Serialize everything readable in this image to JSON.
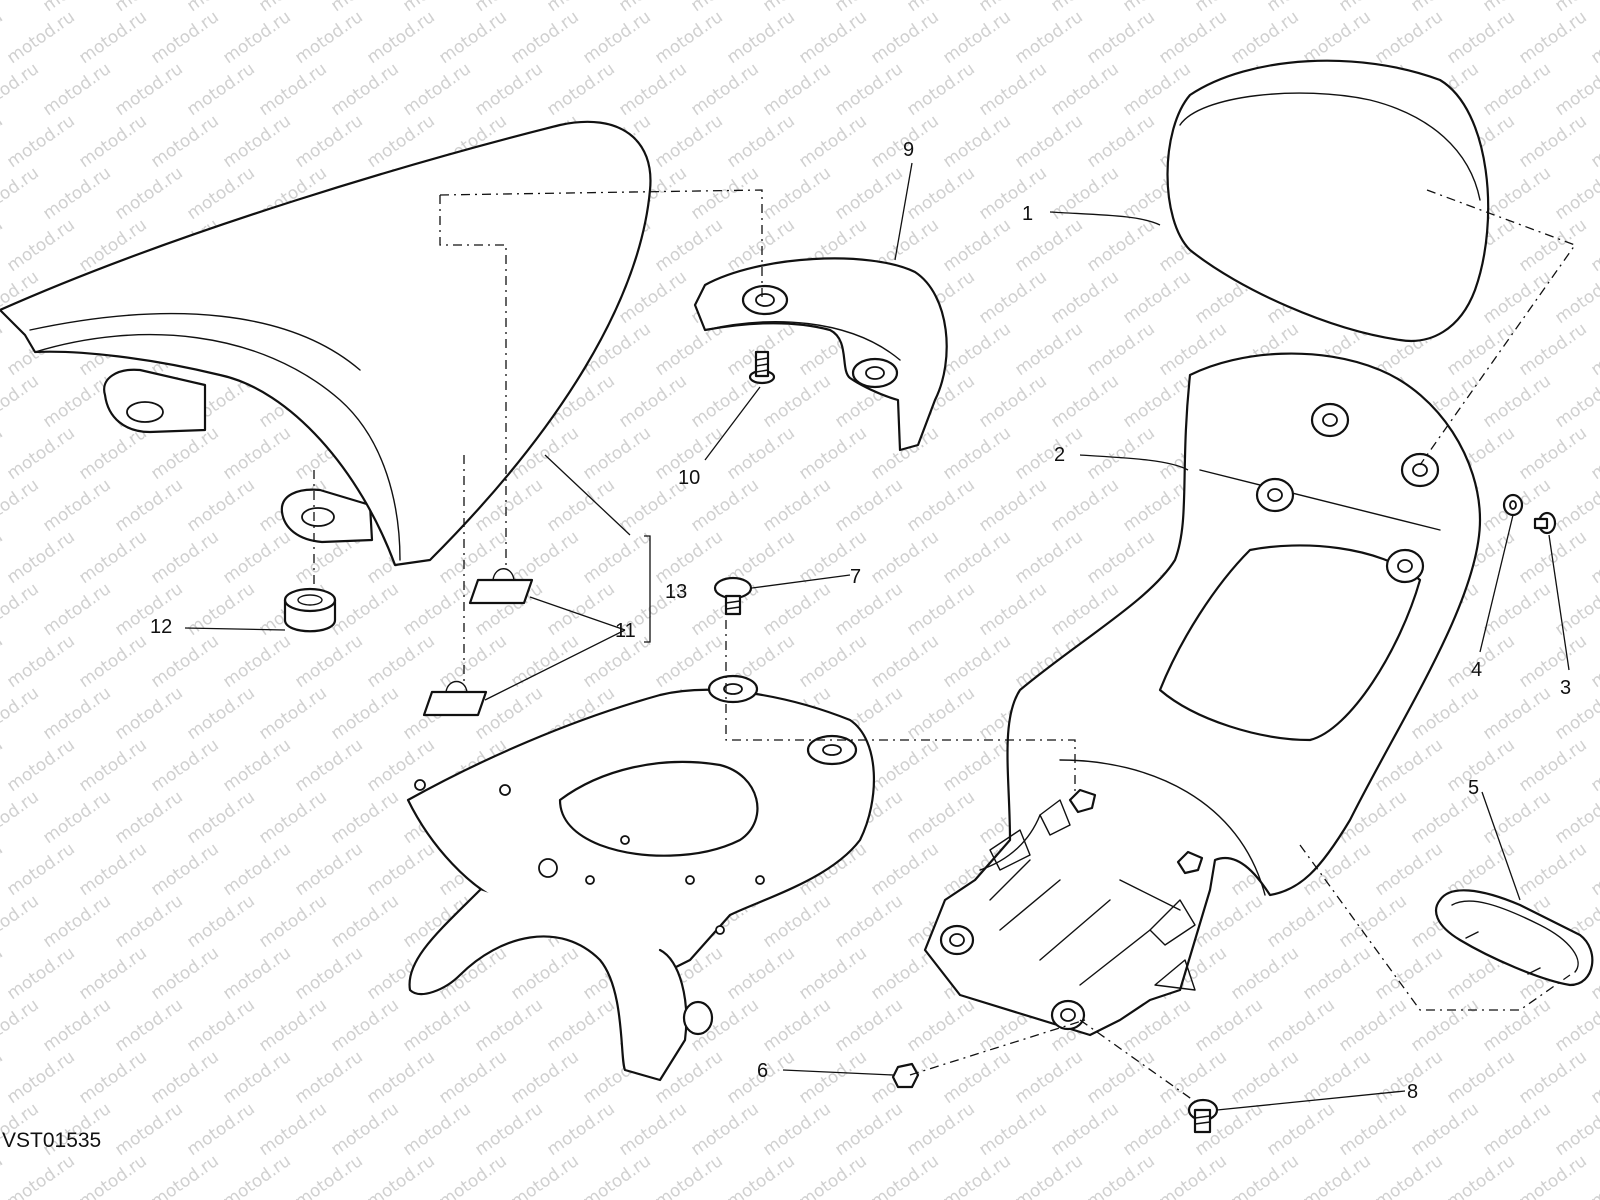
{
  "diagram": {
    "drawing_code": "VST01535",
    "watermark_text": "motod.ru",
    "callouts": [
      {
        "id": "1",
        "label": "1"
      },
      {
        "id": "2",
        "label": "2"
      },
      {
        "id": "3",
        "label": "3"
      },
      {
        "id": "4",
        "label": "4"
      },
      {
        "id": "5",
        "label": "5"
      },
      {
        "id": "6",
        "label": "6"
      },
      {
        "id": "7",
        "label": "7"
      },
      {
        "id": "8",
        "label": "8"
      },
      {
        "id": "9",
        "label": "9"
      },
      {
        "id": "10",
        "label": "10"
      },
      {
        "id": "11",
        "label": "11"
      },
      {
        "id": "12",
        "label": "12"
      },
      {
        "id": "13",
        "label": "13"
      }
    ]
  }
}
